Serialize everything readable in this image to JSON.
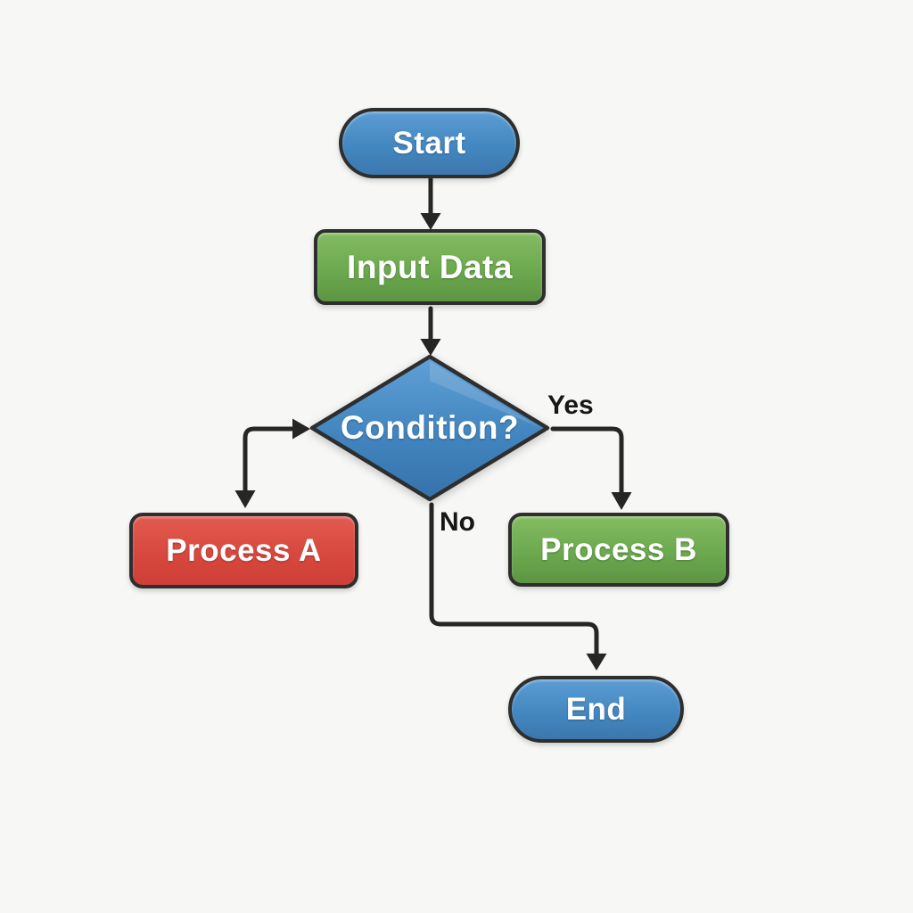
{
  "diagram_type": "flowchart",
  "nodes": {
    "start": {
      "label": "Start",
      "shape": "stadium",
      "fill": "blue"
    },
    "input": {
      "label": "Input Data",
      "shape": "rectangle",
      "fill": "green"
    },
    "condition": {
      "label": "Condition?",
      "shape": "diamond",
      "fill": "blue"
    },
    "process_a": {
      "label": "Process A",
      "shape": "rectangle",
      "fill": "red"
    },
    "process_b": {
      "label": "Process B",
      "shape": "rectangle",
      "fill": "green"
    },
    "end": {
      "label": "End",
      "shape": "stadium",
      "fill": "blue"
    }
  },
  "edges": [
    {
      "from": "Start",
      "to": "Input Data",
      "label": ""
    },
    {
      "from": "Input Data",
      "to": "Condition?",
      "label": ""
    },
    {
      "from": "Condition?",
      "to": "Process B",
      "label": "Yes"
    },
    {
      "from": "Condition?",
      "to": "Process A",
      "label": ""
    },
    {
      "from": "Condition?",
      "to": "End",
      "label": "No"
    }
  ],
  "colors": {
    "node_blue": "#4488c1",
    "node_green": "#6ca94f",
    "node_red": "#d8483e",
    "node_border": "#2e2e2e",
    "arrow": "#262626",
    "node_text": "#ffffff",
    "edge_label_text": "#171717",
    "background": "#f7f7f5"
  }
}
